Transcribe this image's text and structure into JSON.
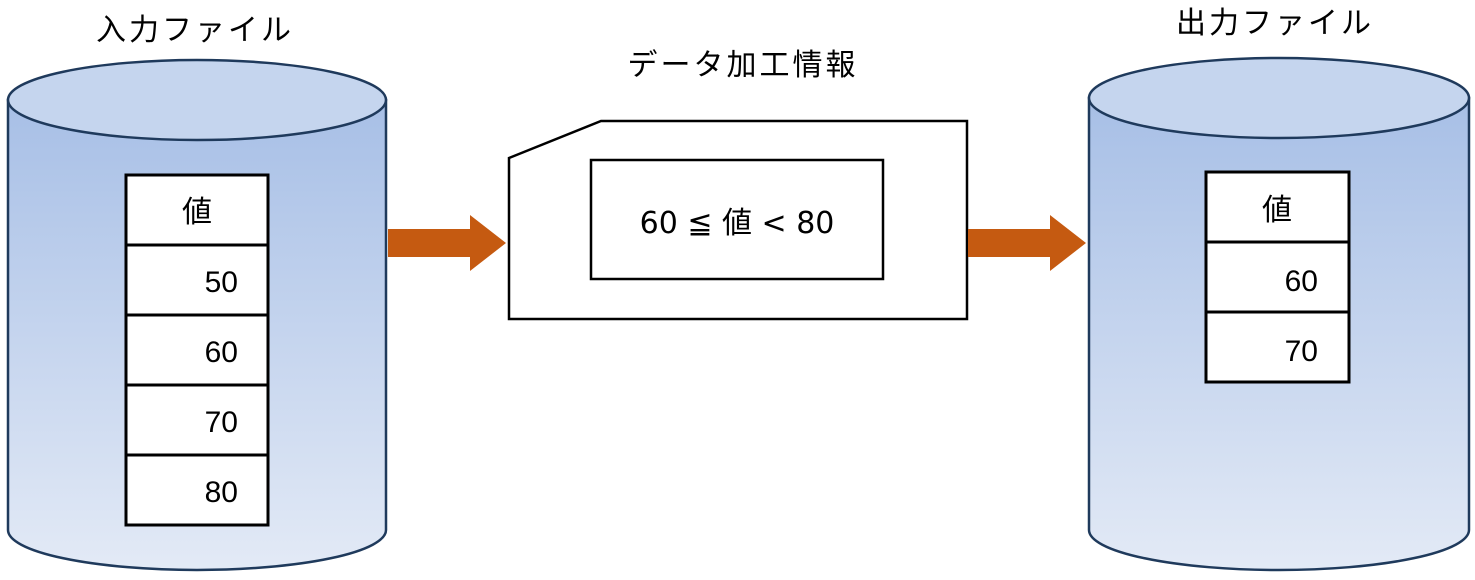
{
  "input": {
    "title": "入力ファイル",
    "header": "値",
    "values": [
      "50",
      "60",
      "70",
      "80"
    ]
  },
  "process": {
    "title": "データ加工情報",
    "condition": "60 ≦ 値 < 80"
  },
  "output": {
    "title": "出力ファイル",
    "header": "値",
    "values": [
      "60",
      "70"
    ]
  },
  "colors": {
    "cylinder_top": "#c5d5ee",
    "cylinder_body_top": "#a7bfe6",
    "cylinder_body_bottom": "#e3eaf6",
    "cylinder_stroke": "#1f3a5c",
    "arrow": "#c55a11"
  }
}
